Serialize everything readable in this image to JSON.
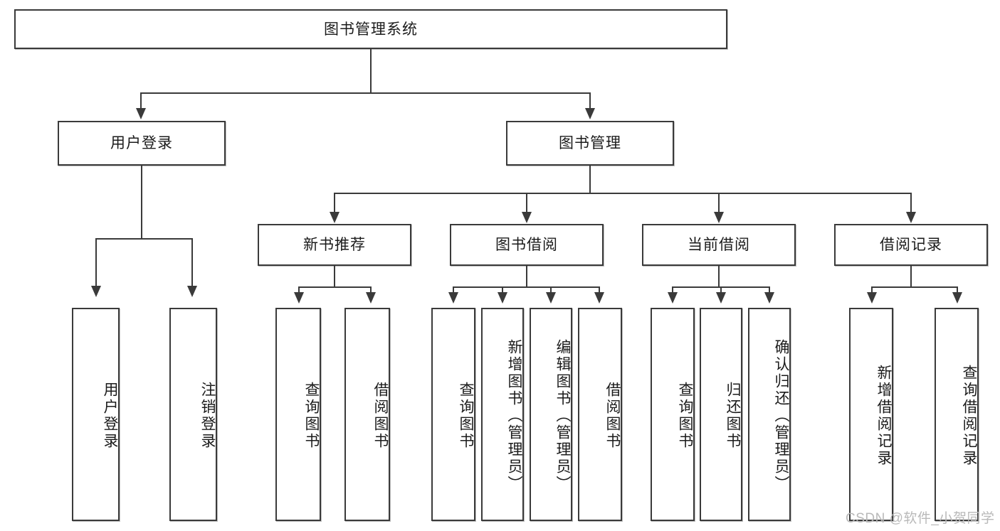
{
  "diagram": {
    "type": "tree-hierarchy",
    "title": "图书管理系统",
    "orientation": "top-down",
    "colors": {
      "stroke": "#3a3a3a",
      "fill": "#ffffff",
      "text": "#1b1b1b",
      "watermark": "#b9b9b9"
    },
    "levels": 4
  },
  "root": {
    "label": "图书管理系统"
  },
  "level2": [
    {
      "label": "用户登录"
    },
    {
      "label": "图书管理"
    }
  ],
  "level3": [
    {
      "label": "新书推荐"
    },
    {
      "label": "图书借阅"
    },
    {
      "label": "当前借阅"
    },
    {
      "label": "借阅记录"
    }
  ],
  "leaves": {
    "user_login": [
      {
        "label": "用户登录"
      },
      {
        "label": "注销登录"
      }
    ],
    "new_book_recommend": [
      {
        "label": "查询图书"
      },
      {
        "label": "借阅图书"
      }
    ],
    "book_borrow": [
      {
        "label": "查询图书"
      },
      {
        "label": "新增图书（管理员）"
      },
      {
        "label": "编辑图书（管理员）"
      },
      {
        "label": "借阅图书"
      }
    ],
    "current_borrow": [
      {
        "label": "查询图书"
      },
      {
        "label": "归还图书"
      },
      {
        "label": "确认归还（管理员）"
      }
    ],
    "borrow_record": [
      {
        "label": "新增借阅记录"
      },
      {
        "label": "查询借阅记录"
      }
    ]
  },
  "watermark": {
    "text": "CSDN @软件_小贺同学"
  }
}
